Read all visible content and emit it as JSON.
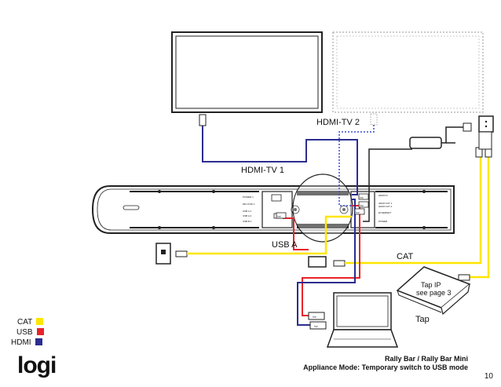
{
  "labels": {
    "hdmi_tv2": "HDMI-TV 2",
    "hdmi_tv1": "HDMI-TV 1",
    "usb_a": "USB A",
    "cat": "CAT",
    "tap_ip": "Tap IP",
    "see_page": "see page 3",
    "tap": "Tap",
    "logi_tag": "logi"
  },
  "legend": [
    {
      "label": "CAT",
      "color": "#ffe600"
    },
    {
      "label": "USB",
      "color": "#e8232a"
    },
    {
      "label": "HDMI",
      "color": "#2b2d8f"
    }
  ],
  "logo": "logi",
  "caption": {
    "line1": "Rally Bar / Rally Bar Mini",
    "line2": "Appliance Mode: Temporary switch to USB mode"
  },
  "page_number": "10",
  "colors": {
    "cat": "#ffe600",
    "usb": "#e8232a",
    "hdmi": "#2b2d8f",
    "hdmi_dashed": "#3a4fd0",
    "line": "#222222"
  }
}
